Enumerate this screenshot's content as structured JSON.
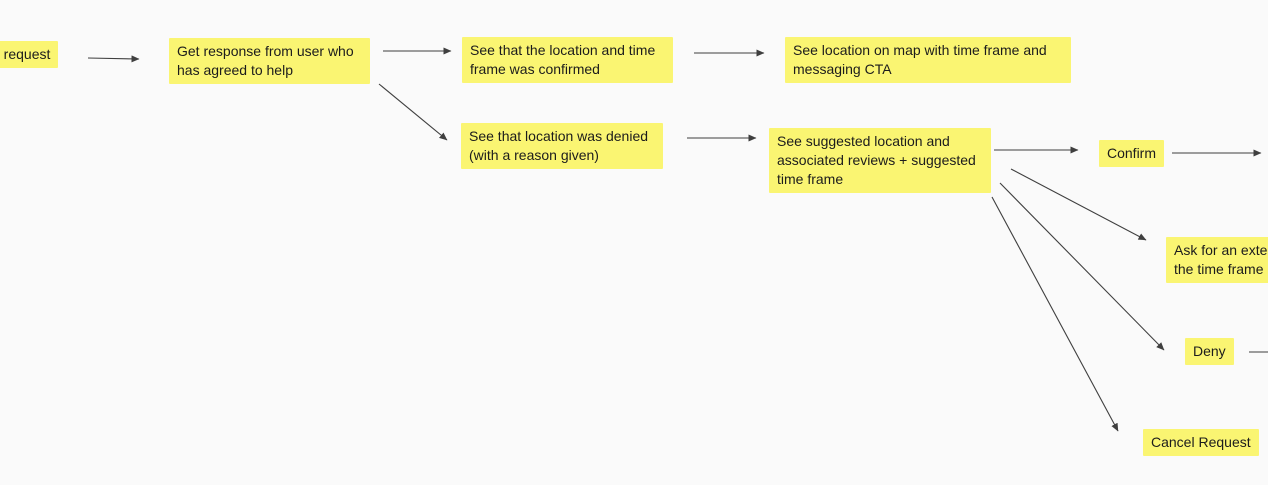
{
  "canvas": {
    "background_color": "#fafafa",
    "node_fill_color": "#faf572",
    "node_text_color": "#1c1c1c",
    "arrow_color": "#3f3f3f"
  },
  "nodes": [
    {
      "id": "request",
      "text": "d request",
      "clipped": "left"
    },
    {
      "id": "get-response",
      "text": "Get response from user who\nhas agreed to help",
      "clipped": null
    },
    {
      "id": "location-confirmed",
      "text": "See that the location and time\nframe was confirmed",
      "clipped": null
    },
    {
      "id": "map-cta",
      "text": "See location on map with time frame and\nmessaging CTA",
      "clipped": null
    },
    {
      "id": "location-denied",
      "text": "See that location was denied\n(with a reason given)",
      "clipped": null
    },
    {
      "id": "suggested-location",
      "text": "See suggested location and\nassociated reviews + suggested\ntime frame",
      "clipped": null
    },
    {
      "id": "confirm",
      "text": "Confirm",
      "clipped": null
    },
    {
      "id": "ask-extension",
      "text": "Ask for an exte\nthe time frame",
      "clipped": "right"
    },
    {
      "id": "deny",
      "text": "Deny",
      "clipped": null
    },
    {
      "id": "cancel-request",
      "text": "Cancel Request",
      "clipped": null
    }
  ],
  "edges": [
    {
      "from": "request",
      "to": "get-response",
      "arrowhead": true
    },
    {
      "from": "get-response",
      "to": "location-confirmed",
      "arrowhead": true
    },
    {
      "from": "location-confirmed",
      "to": "map-cta",
      "arrowhead": true
    },
    {
      "from": "get-response",
      "to": "location-denied",
      "arrowhead": true
    },
    {
      "from": "location-denied",
      "to": "suggested-location",
      "arrowhead": true
    },
    {
      "from": "suggested-location",
      "to": "confirm",
      "arrowhead": true
    },
    {
      "from": "suggested-location",
      "to": "ask-extension",
      "arrowhead": true
    },
    {
      "from": "suggested-location",
      "to": "deny",
      "arrowhead": true
    },
    {
      "from": "suggested-location",
      "to": "cancel-request",
      "arrowhead": true
    },
    {
      "from": "confirm",
      "to": "offscreen-right",
      "arrowhead": true
    },
    {
      "from": "deny",
      "to": "offscreen-right",
      "arrowhead": false
    }
  ]
}
